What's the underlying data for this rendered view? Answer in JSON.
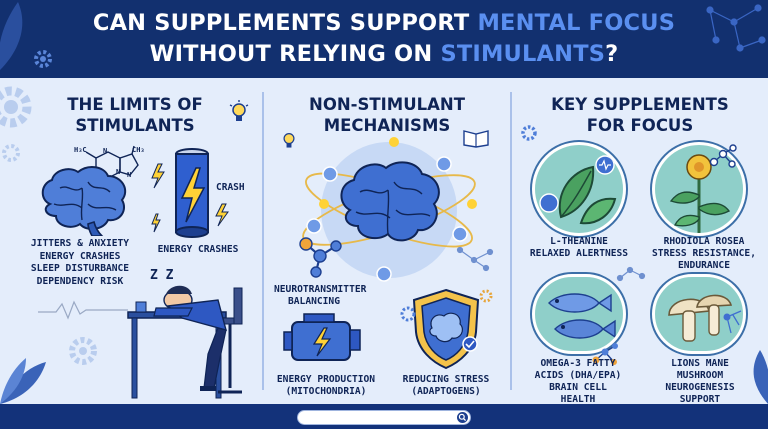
{
  "header": {
    "title_part1": "CAN SUPPLEMENTS SUPPORT ",
    "title_highlight1": "MENTAL FOCUS",
    "title_part2": "WITHOUT RELYING ON ",
    "title_highlight2": "STIMULANTS",
    "title_part3": "?"
  },
  "columns": {
    "left": {
      "title_line1": "THE LIMITS OF",
      "title_line2": "STIMULANTS",
      "can_label": "CRASH",
      "crashes_label": "ENERGY CRASHES",
      "effects": [
        "JITTERS & ANXIETY",
        "ENERGY CRASHES",
        "SLEEP DISTURBANCE",
        "DEPENDENCY RISK"
      ],
      "zzz": "Z Z"
    },
    "middle": {
      "title_line1": "NON-STIMULANT",
      "title_line2": "MECHANISMS",
      "neuro_line1": "NEUROTRANSMITTER",
      "neuro_line2": "BALANCING",
      "energy_line1": "ENERGY PRODUCTION",
      "energy_line2": "(MITOCHONDRIA)",
      "stress_line1": "REDUCING STRESS",
      "stress_line2": "(ADAPTOGENS)"
    },
    "right": {
      "title_line1": "KEY SUPPLEMENTS",
      "title_line2": "FOR FOCUS",
      "theanine_line1": "L-THEANINE",
      "theanine_line2": "RELAXED ALERTNESS",
      "rhodiola_line1": "RHODIOLA ROSEA",
      "rhodiola_line2": "STRESS RESISTANCE,",
      "rhodiola_line3": "ENDURANCE",
      "omega_line1": "OMEGA-3 FATTY",
      "omega_line2": "ACIDS (DHA/EPA)",
      "omega_line3": "BRAIN CELL",
      "omega_line4": "HEALTH",
      "lions_line1": "LIONS MANE",
      "lions_line2": "MUSHROOM",
      "lions_line3": "NEUROGENESIS",
      "lions_line4": "SUPPORT"
    }
  },
  "colors": {
    "navy": "#12306f",
    "accent_blue": "#5a8ff0",
    "panel": "#e4edfb",
    "text_dark": "#0f2456",
    "teal": "#8fcfc9"
  },
  "icons": [
    "brain-icon",
    "energy-can-icon",
    "lightning-icon",
    "sleeping-person-icon",
    "molecule-icon",
    "engine-icon",
    "shield-brain-icon",
    "tea-leaf-icon",
    "rhodiola-flower-icon",
    "fish-icon",
    "mushroom-icon",
    "gear-icon",
    "lightbulb-icon",
    "book-icon",
    "search-icon"
  ]
}
